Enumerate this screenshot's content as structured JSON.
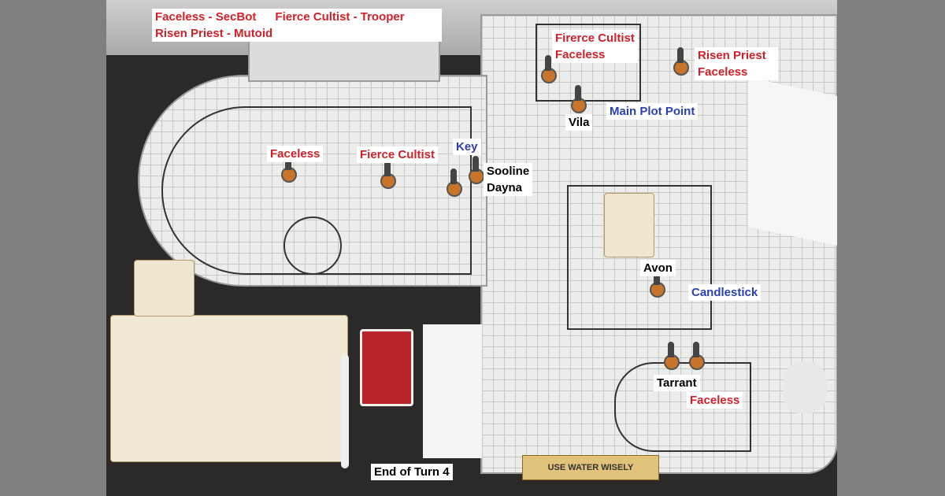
{
  "legend": {
    "line1a": "Faceless - SecBot",
    "line1b": "Fierce Cultist - Trooper",
    "line2": "Risen Priest - Mutoid"
  },
  "labels": {
    "top_cultist": "Firerce Cultist",
    "top_cultist_faceless": "Faceless",
    "risen_priest": "Risen Priest",
    "risen_priest_faceless": "Faceless",
    "main_plot_point": "Main Plot Point",
    "vila": "Vila",
    "left_faceless": "Faceless",
    "fierce_cultist": "Fierce Cultist",
    "key": "Key",
    "sooline": "Sooline",
    "dayna": "Dayna",
    "avon": "Avon",
    "candlestick": "Candlestick",
    "tarrant": "Tarrant",
    "bottom_faceless": "Faceless",
    "end_of_turn": "End of Turn 4"
  },
  "colors": {
    "enemy": "#d0202a",
    "objective": "#2b3fb4",
    "hero": "#000000"
  }
}
